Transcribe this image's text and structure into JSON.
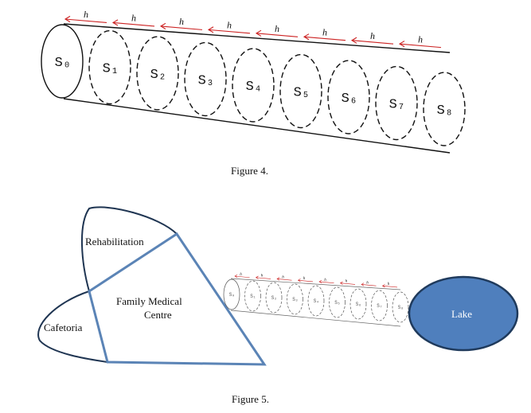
{
  "figure4": {
    "caption": "Figure 4.",
    "step_label": "h",
    "sections": [
      "S₀",
      "S₁",
      "S₂",
      "S₃",
      "S₄",
      "S₅",
      "S₆",
      "S₇",
      "S₈"
    ]
  },
  "figure5": {
    "caption": "Figure 5.",
    "regions": {
      "rehabilitation": "Rehabilitation",
      "family_medical_line1": "Family Medical",
      "family_medical_line2": "Centre",
      "cafetoria": "Cafetoria",
      "lake": "Lake"
    },
    "mini_step_label": "h",
    "mini_sections": [
      "S₀",
      "S₁",
      "S₂",
      "S₃",
      "S₄",
      "S₅",
      "S₆",
      "S₇",
      "S₈"
    ]
  },
  "colors": {
    "line": "#111111",
    "arrow": "#cc2222",
    "building_edge": "#5b84b6",
    "lake_fill": "#4f7fbd",
    "lake_edge": "#1f3a5c",
    "region_curve": "#1f3552"
  }
}
